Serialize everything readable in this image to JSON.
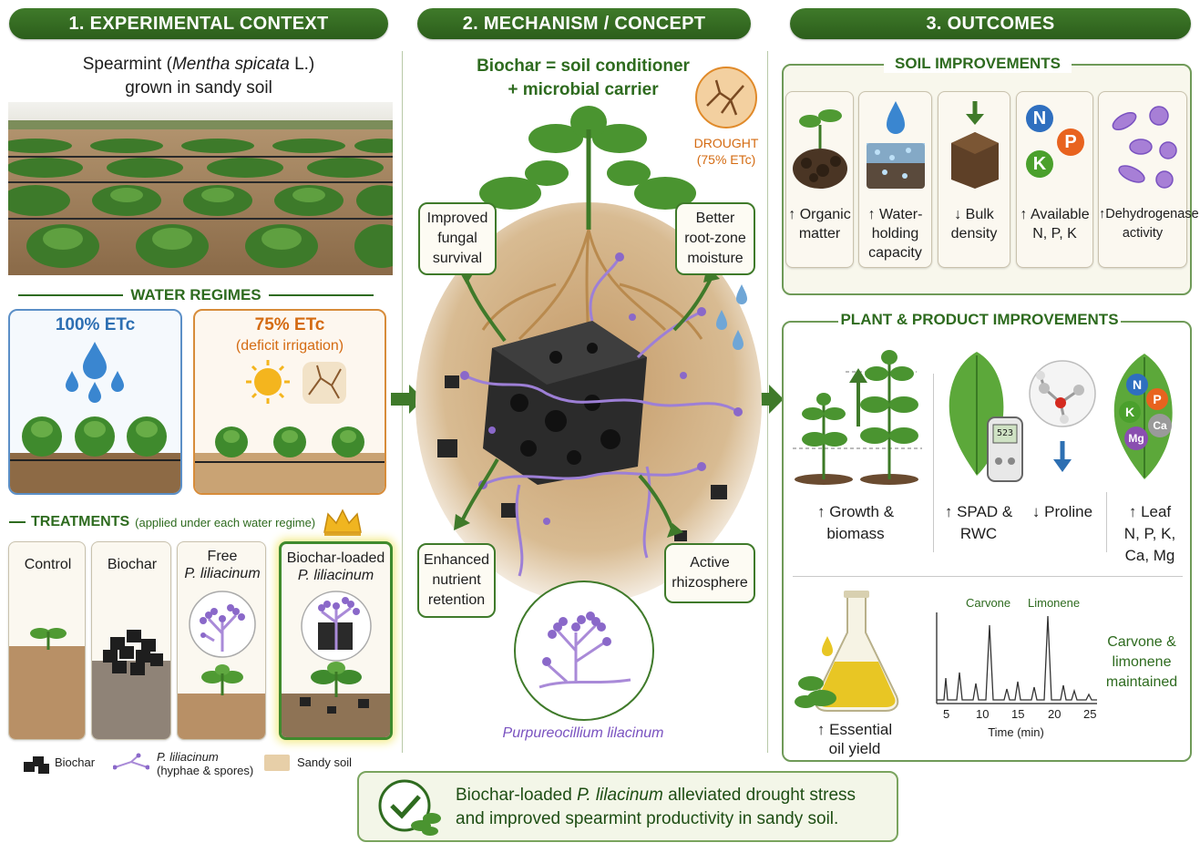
{
  "headers": {
    "context": "1. EXPERIMENTAL CONTEXT",
    "mechanism": "2. MECHANISM / CONCEPT",
    "outcomes": "3. OUTCOMES"
  },
  "context": {
    "title_a": "Spearmint (",
    "title_italic": "Mentha spicata",
    "title_b": " L.)",
    "title_line2": "grown in sandy soil",
    "water_regimes_label": "WATER REGIMES",
    "regime_full": "100% ETc",
    "regime_deficit": "75% ETc",
    "regime_deficit_note": "(deficit irrigation)",
    "treatments_label": "TREATMENTS",
    "treatments_note": "(applied under each water regime)",
    "treatments": [
      {
        "label": "Control"
      },
      {
        "label": "Biochar"
      },
      {
        "label": "Free",
        "italic": "P. liliacinum"
      },
      {
        "label": "Biochar-loaded",
        "italic": "P. liliacinum"
      }
    ],
    "legend": {
      "biochar": "Biochar",
      "fungus": "P. liliacinum",
      "fungus_note": "(hyphae & spores)",
      "soil": "Sandy soil"
    }
  },
  "mechanism": {
    "title_line1": "Biochar = soil conditioner",
    "title_line2": "+ microbial carrier",
    "drought": "DROUGHT",
    "drought_note": "(75% ETc)",
    "fungal_survival": [
      "Improved",
      "fungal",
      "survival"
    ],
    "moisture": [
      "Better",
      "root-zone",
      "moisture"
    ],
    "nutrient": [
      "Enhanced",
      "nutrient",
      "retention"
    ],
    "rhizosphere": [
      "Active",
      "rhizosphere"
    ],
    "organism": "Purpureocillium lilacinum"
  },
  "outcomes": {
    "soil_label": "SOIL IMPROVEMENTS",
    "soil_items": [
      {
        "arrow": "↑",
        "lines": [
          "Organic",
          "matter"
        ]
      },
      {
        "arrow": "↑",
        "lines": [
          "Water-",
          "holding",
          "capacity"
        ]
      },
      {
        "arrow": "↓",
        "lines": [
          "Bulk",
          "density"
        ]
      },
      {
        "arrow": "↑",
        "lines": [
          "Available",
          "N, P, K"
        ]
      },
      {
        "arrow": "↑",
        "lines": [
          "Dehydrogenase",
          "activity"
        ]
      }
    ],
    "npk": [
      "N",
      "P",
      "K"
    ],
    "plant_label": "PLANT & PRODUCT IMPROVEMENTS",
    "plant_items": [
      {
        "arrow": "↑",
        "lines": [
          "Growth &",
          "biomass"
        ]
      },
      {
        "arrow": "↑",
        "lines": [
          "SPAD &",
          "RWC"
        ]
      },
      {
        "arrow": "↓",
        "lines": [
          "Proline"
        ]
      },
      {
        "arrow": "↑",
        "lines": [
          "Leaf",
          "N, P, K,",
          "Ca, Mg"
        ]
      }
    ],
    "leaf_nutrients": [
      "N",
      "P",
      "K",
      "Ca",
      "Mg"
    ],
    "meter_value": "523",
    "oil_lines": [
      "↑ Essential",
      "oil yield"
    ],
    "peak_carvone": "Carvone",
    "peak_limonene": "Limonene",
    "time_label": "Time (min)",
    "time_ticks": [
      "5",
      "10",
      "15",
      "20",
      "25"
    ],
    "maintained": [
      "Carvone &",
      "limonene",
      "maintained"
    ]
  },
  "conclusion": {
    "a": "Biochar-loaded ",
    "italic": "P. lilacinum",
    "b": " alleviated drought stress",
    "line2": "and improved spearmint productivity in sandy soil."
  }
}
